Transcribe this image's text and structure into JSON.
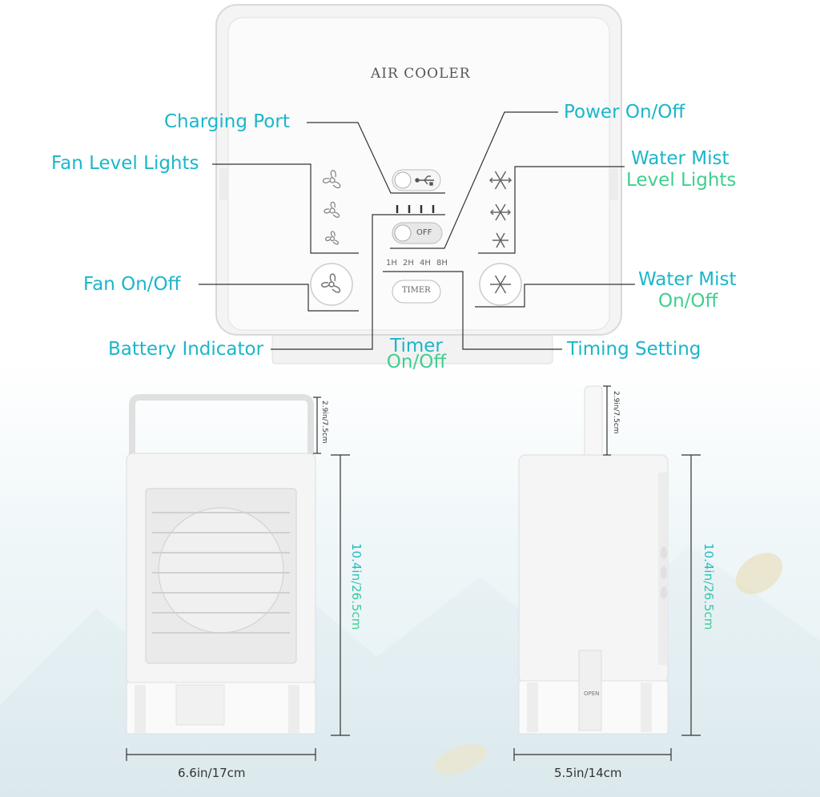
{
  "panel": {
    "title": "AIR COOLER",
    "off_text": "OFF",
    "timer_button": "TIMER",
    "timer_marks": [
      "1H",
      "2H",
      "4H",
      "8H"
    ]
  },
  "callouts": {
    "charging_port": "Charging Port",
    "power": "Power On/Off",
    "fan_level_lights": "Fan Level Lights",
    "water_mist_level_line1": "Water Mist",
    "water_mist_level_line2": "Level Lights",
    "fan_onoff": "Fan On/Off",
    "water_mist_onoff_line1": "Water Mist",
    "water_mist_onoff_line2": "On/Off",
    "battery_indicator": "Battery Indicator",
    "timer_line1": "Timer",
    "timer_line2": "On/Off",
    "timing_setting": "Timing Setting"
  },
  "dimensions": {
    "front_handle": "2.9in/7.5cm",
    "front_height": "10.4in/26.5cm",
    "front_width": "6.6in/17cm",
    "side_handle": "2.9in/7.5cm",
    "side_height": "10.4in/26.5cm",
    "side_width": "5.5in/14cm",
    "side_open_label": "OPEN"
  },
  "colors": {
    "teal": "#1bb6c9",
    "green": "#3fcf8e"
  }
}
